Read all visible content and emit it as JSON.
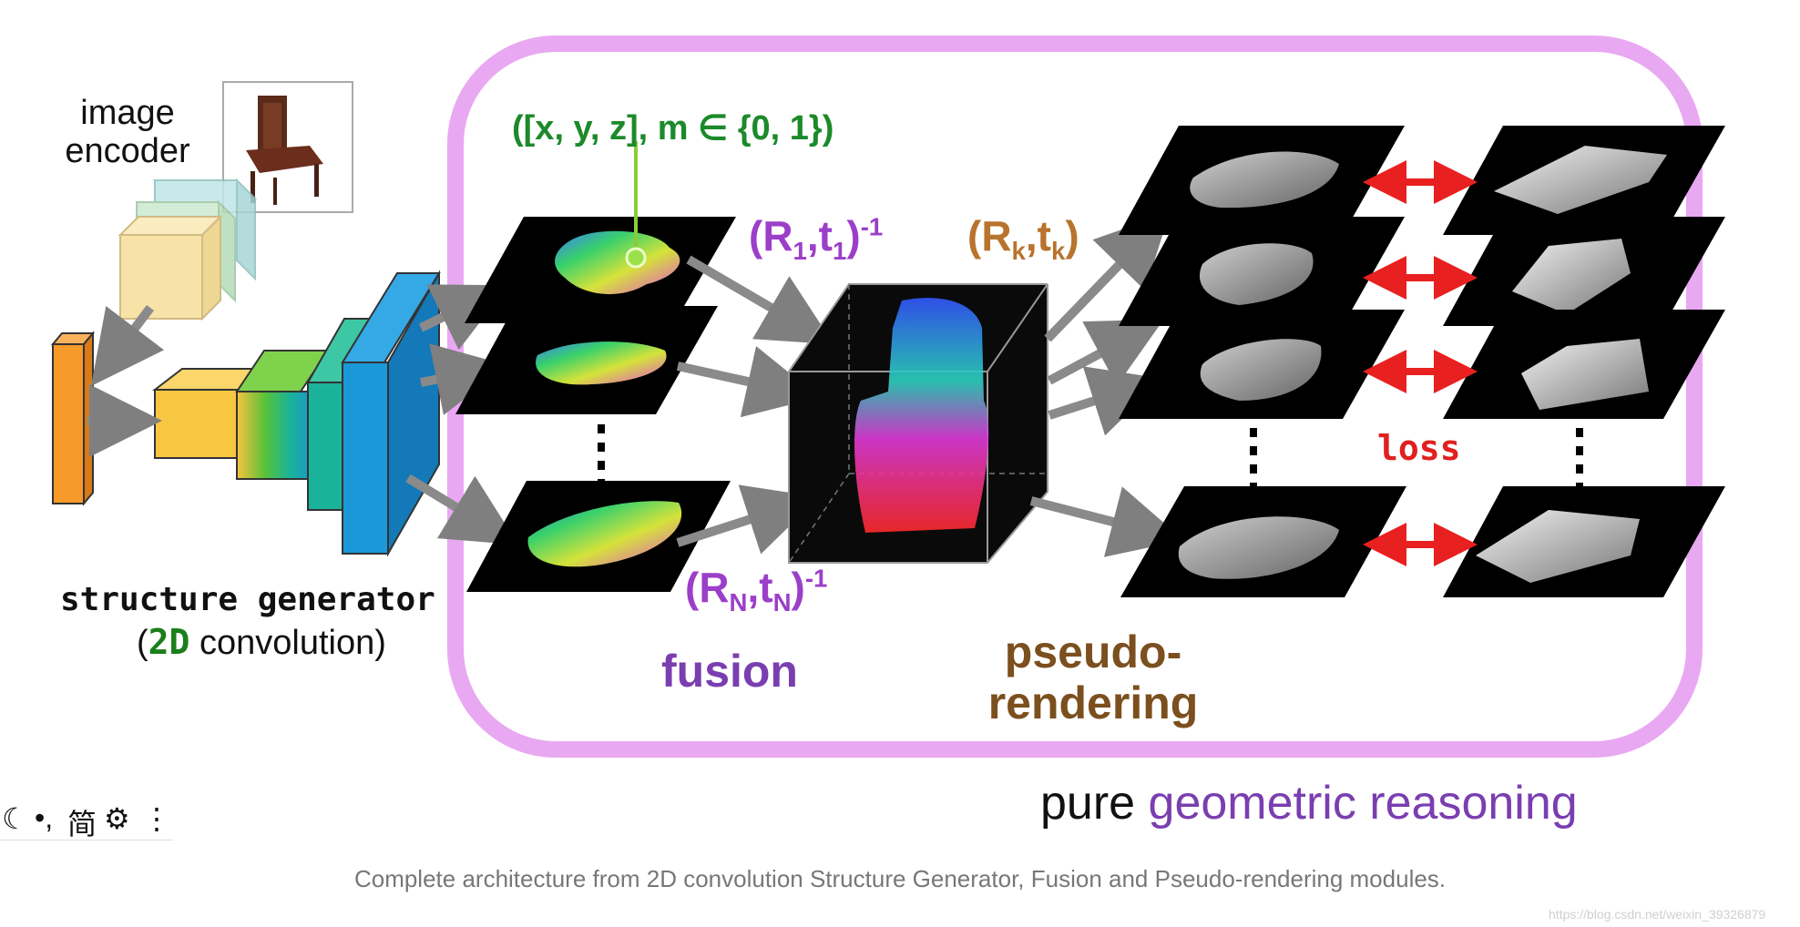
{
  "encoder": {
    "label_line1": "image",
    "label_line2": "encoder"
  },
  "generator": {
    "title": "structure generator",
    "sub_open": "(",
    "sub_hl": "2D",
    "sub_rest": " convolution)"
  },
  "point_label": "([x, y, z], m ∈ {0, 1})",
  "transforms": {
    "r1": "(R",
    "r1_sub": "1",
    "r1_mid": ",t",
    "r1_sub2": "1",
    "r1_end": ")",
    "r1_sup": "-1",
    "rn": "(R",
    "rn_sub": "N",
    "rn_mid": ",t",
    "rn_sub2": "N",
    "rn_end": ")",
    "rn_sup": "-1",
    "rk": "(R",
    "rk_sub": "k",
    "rk_mid": ",t",
    "rk_sub2": "k",
    "rk_end": ")"
  },
  "modules": {
    "fusion": "fusion",
    "pseudo_line1": "pseudo-",
    "pseudo_line2": "rendering",
    "loss": "loss"
  },
  "footer": {
    "pure": "pure ",
    "geometric": "geometric reasoning"
  },
  "caption": "Complete architecture from 2D convolution Structure Generator, Fusion and Pseudo-rendering modules.",
  "watermark": "https://blog.csdn.net/weixin_39326879",
  "toolbar": {
    "moon": "☾",
    "punct": "•,",
    "simp": "简",
    "gear": "⚙",
    "more": "⋮"
  },
  "colors": {
    "frame": "#e9a8f2",
    "loss_arrow": "#e82020",
    "point_line": "#8ccc3a"
  }
}
